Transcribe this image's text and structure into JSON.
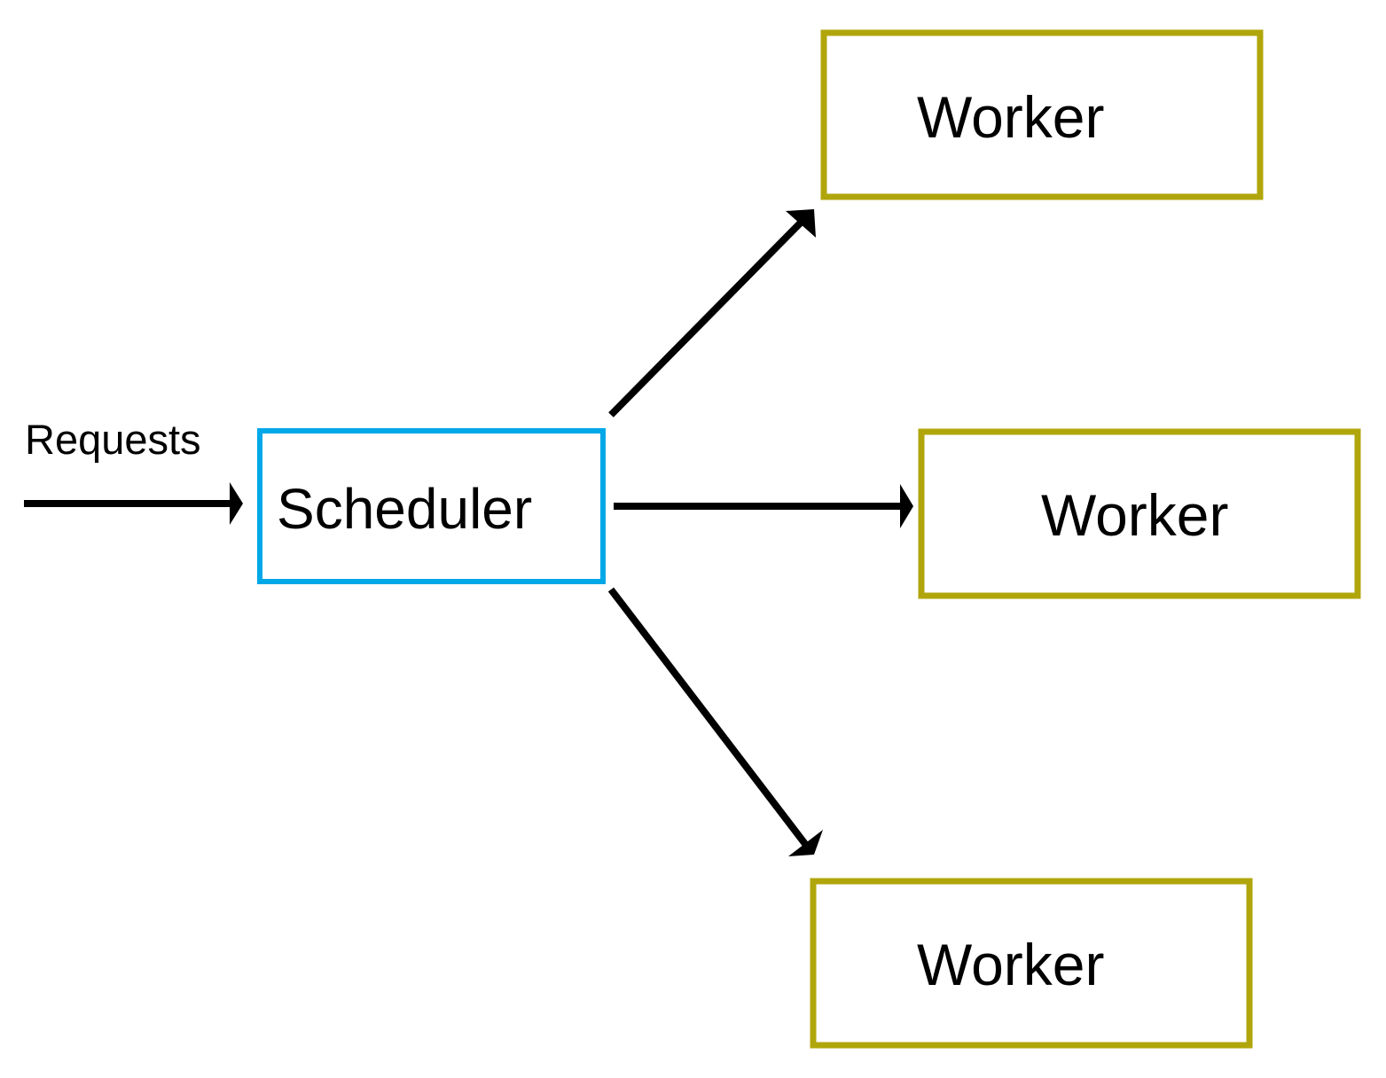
{
  "input": {
    "label": "Requests"
  },
  "scheduler": {
    "label": "Scheduler",
    "border_color": "#00a8e8"
  },
  "workers": [
    {
      "label": "Worker"
    },
    {
      "label": "Worker"
    },
    {
      "label": "Worker"
    }
  ],
  "colors": {
    "worker_border": "#b0a60b",
    "arrow": "#000000",
    "text": "#000000",
    "background": "#ffffff"
  }
}
